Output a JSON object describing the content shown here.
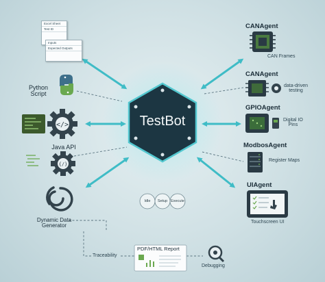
{
  "center": {
    "title": "TestBot"
  },
  "agents": {
    "can_label": "CANAgent",
    "can_frames": "CAN Frames",
    "can2_label": "CANAgent",
    "can2_sub": "data-driven\ntesting",
    "gpio_label": "GPIOAgent",
    "gpio_sub": "Digital IO\nPins",
    "modbus_label": "ModbosAgent",
    "modbus_sub": "Register Maps",
    "ui_label": "UIAgent",
    "ui_sub": "Touchscreen UI"
  },
  "left": {
    "python": "Python\nScript",
    "java": "Java API",
    "dynamic": "Dynamic Data\nGenerator"
  },
  "doc": {
    "rows": [
      "Excel Sheet",
      "Test ID",
      "Inputs",
      "Expected Outputs"
    ]
  },
  "bottom": {
    "traceability": "Traceability",
    "report": "PDF/HTML Report",
    "debugging": "Debugging"
  },
  "center_badges": [
    "Idle",
    "Setup",
    "Execute"
  ],
  "colors": {
    "arrow": "#3fbcc6",
    "hex_fill": "#1c3642",
    "hex_stroke": "#53c7cf",
    "chip": "#2a3a44",
    "gear": "#33434c",
    "accent_green": "#6aa84f"
  }
}
